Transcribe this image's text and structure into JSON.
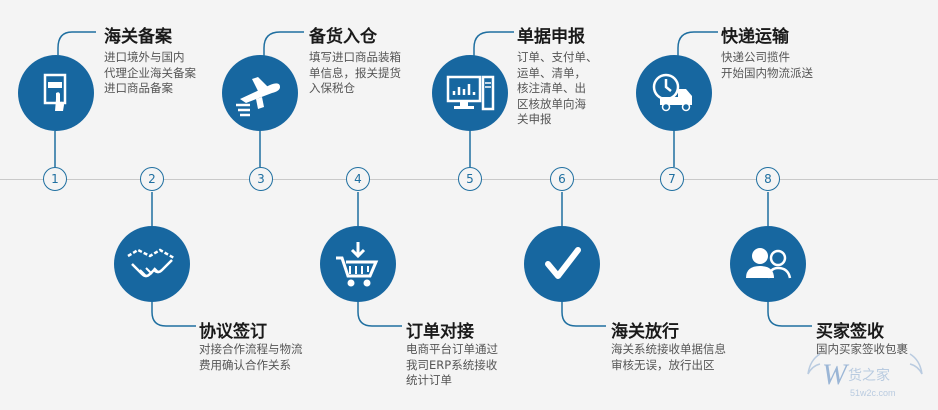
{
  "steps": [
    {
      "num": "1",
      "title": "海关备案",
      "desc": [
        "进口境外与国内",
        "代理企业海关备案",
        "进口商品备案"
      ],
      "icon": "pdf-document-icon"
    },
    {
      "num": "2",
      "title": "协议签订",
      "desc": [
        "对接合作流程与物流",
        "费用确认合作关系"
      ],
      "icon": "handshake-icon"
    },
    {
      "num": "3",
      "title": "备货入仓",
      "desc": [
        "填写进口商品装箱",
        "单信息，报关提货",
        "入保税仓"
      ],
      "icon": "airplane-icon"
    },
    {
      "num": "4",
      "title": "订单对接",
      "desc": [
        "电商平台订单通过",
        "我司ERP系统接收",
        "统计订单"
      ],
      "icon": "shopping-cart-icon"
    },
    {
      "num": "5",
      "title": "单据申报",
      "desc": [
        "订单、支付单、",
        "运单、清单，",
        "核注清单、出",
        "区核放单向海",
        "关申报"
      ],
      "icon": "computer-chart-icon"
    },
    {
      "num": "6",
      "title": "海关放行",
      "desc": [
        "海关系统接收单据信息",
        "审核无误，放行出区"
      ],
      "icon": "checkmark-icon"
    },
    {
      "num": "7",
      "title": "快递运输",
      "desc": [
        "快递公司揽件",
        "开始国内物流派送"
      ],
      "icon": "delivery-truck-clock-icon"
    },
    {
      "num": "8",
      "title": "买家签收",
      "desc": [
        "国内买家签收包裹"
      ],
      "icon": "buyers-people-icon"
    }
  ],
  "watermark": {
    "text": "51w2c.com",
    "logo": "W"
  },
  "colors": {
    "primary": "#1767a0",
    "line": "#c9c9c9",
    "text": "#1a1a1a"
  }
}
